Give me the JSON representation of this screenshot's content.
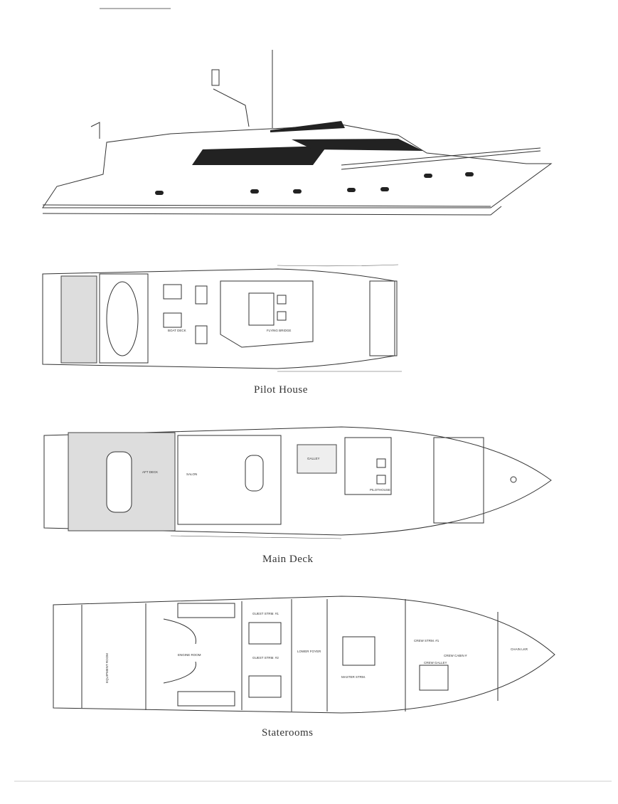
{
  "captions": {
    "pilot_house": "Pilot House",
    "main_deck": "Main Deck",
    "staterooms": "Staterooms"
  },
  "pilot_house_labels": {
    "boat_deck": "BOAT DECK",
    "flying_bridge": "FLYING BRIDGE"
  },
  "main_deck_labels": {
    "aft_deck": "AFT DECK",
    "salon": "SALON",
    "galley": "GALLEY",
    "pilothouse": "PILOTHOUSE"
  },
  "stateroom_labels": {
    "equipment_room": "EQUIPMENT ROOM",
    "engine_room": "ENGINE ROOM",
    "guest_1": "GUEST STRM. #1",
    "guest_2": "GUEST STRM. #2",
    "lower_foyer": "LOWER FOYER",
    "master": "MASTER STRM.",
    "crew_1": "CREW STRM. #1",
    "crew_cabin": "CREW CABIN #",
    "crew_galley": "CREW GALLEY",
    "chain_locker": "CHAIN LKR"
  }
}
